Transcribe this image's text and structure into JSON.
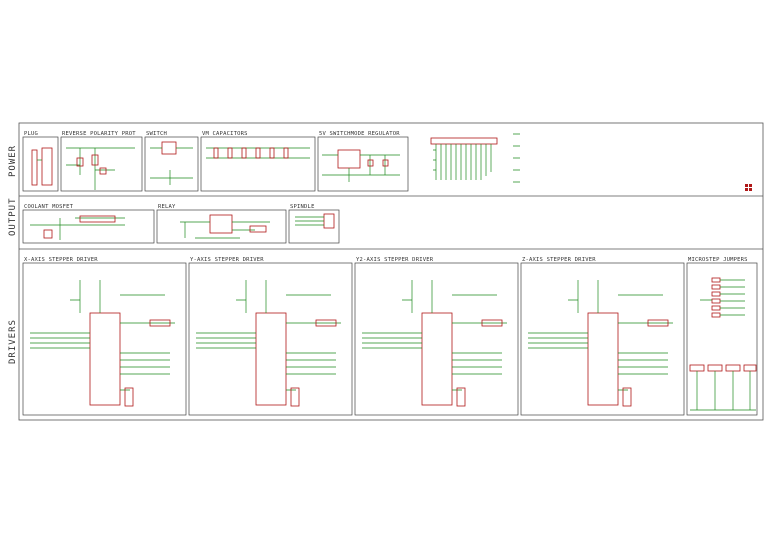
{
  "sheet": {
    "row_labels": [
      "POWER",
      "OUTPUT",
      "DRIVERS"
    ]
  },
  "power": {
    "plug": "PLUG",
    "reverse_polarity": "REVERSE POLARITY PROT",
    "switch": "SWITCH",
    "capacitors": "VM CAPACITORS",
    "regulator": "5V SWITCHMODE REGULATOR"
  },
  "output": {
    "coolant": "COOLANT MOSFET",
    "relay": "RELAY",
    "spindle": "SPINDLE"
  },
  "drivers": {
    "x": "X-AXIS STEPPER DRIVER",
    "y": "Y-AXIS STEPPER DRIVER",
    "y2": "Y2-AXIS STEPPER DRIVER",
    "z": "Z-AXIS STEPPER DRIVER",
    "jumpers": "MICROSTEP JUMPERS"
  },
  "colors": {
    "wire": "#1f8a1f",
    "component": "#b01818",
    "frame": "#555555"
  }
}
